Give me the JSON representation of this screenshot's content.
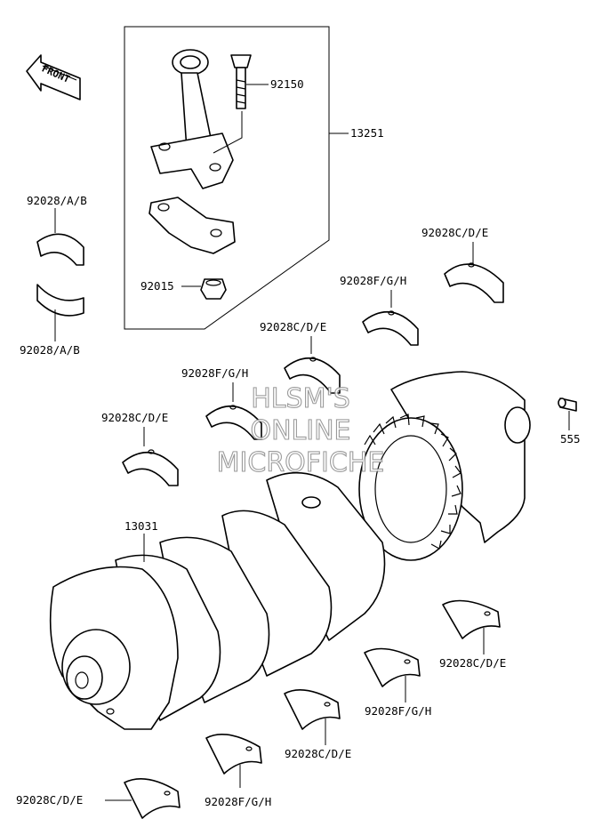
{
  "front_marker": {
    "text": "FRONT"
  },
  "labels": {
    "bolt": "92150",
    "rod_assembly": "13251",
    "nut": "92015",
    "brg_tl_top": "92028/A/B",
    "brg_tl_bottom": "92028/A/B",
    "brg_main_right": "92028C/D/E",
    "brg_fgh_right": "92028F/G/H",
    "brg_cde_mid": "92028C/D/E",
    "brg_fgh_left": "92028F/G/H",
    "brg_cde_left": "92028C/D/E",
    "pin": "555",
    "crankshaft": "13031",
    "brg_cde_lr": "92028C/D/E",
    "brg_fgh_lr": "92028F/G/H",
    "brg_cde_lc": "92028C/D/E",
    "brg_fgh_lc": "92028F/G/H",
    "brg_cde_ll": "92028C/D/E"
  },
  "watermark": {
    "line1": "HLSM'S",
    "line2": "ONLINE",
    "line3": "MICROFICHE"
  }
}
